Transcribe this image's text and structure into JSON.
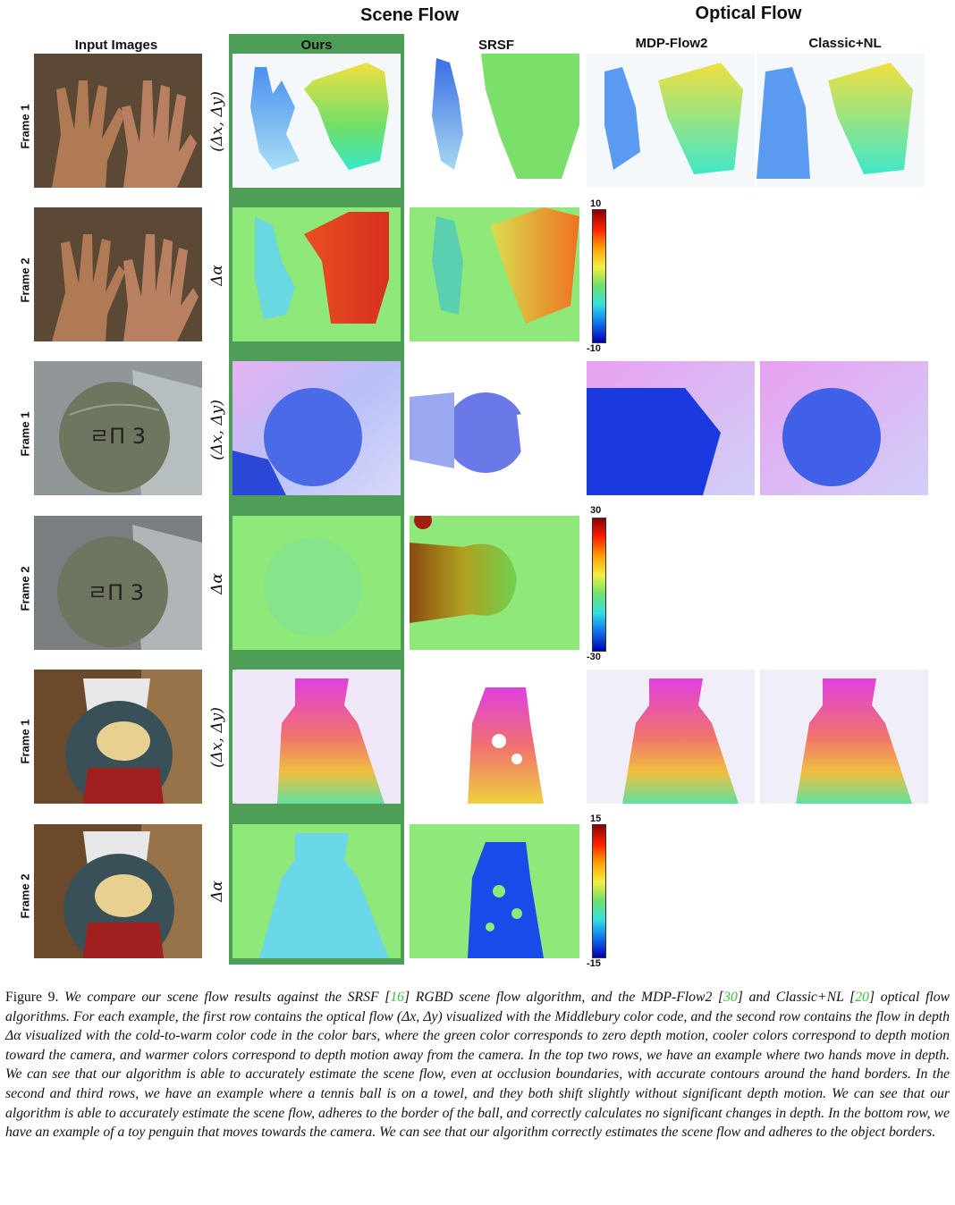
{
  "headers": {
    "scene_flow": "Scene Flow",
    "optical_flow": "Optical Flow"
  },
  "columns": {
    "input": "Input Images",
    "ours": "Ours",
    "srsf": "SRSF",
    "mdp": "MDP-Flow2",
    "classic": "Classic+NL"
  },
  "rows": [
    {
      "frame": "Frame 1",
      "flow": "(Δx, Δy)"
    },
    {
      "frame": "Frame 2",
      "flow": "Δα"
    },
    {
      "frame": "Frame 1",
      "flow": "(Δx, Δy)"
    },
    {
      "frame": "Frame 2",
      "flow": "Δα"
    },
    {
      "frame": "Frame 1",
      "flow": "(Δx, Δy)"
    },
    {
      "frame": "Frame 2",
      "flow": "Δα"
    }
  ],
  "ball_text": "ㄹΠ 3",
  "colorbars": [
    {
      "max": "10",
      "min": "-10"
    },
    {
      "max": "30",
      "min": "-30"
    },
    {
      "max": "15",
      "min": "-15"
    }
  ],
  "caption": {
    "lead": "Figure 9.",
    "s1": "We compare our scene flow results against the SRSF [",
    "c1": "16",
    "s2": "] RGBD scene flow algorithm, and the MDP-Flow2 [",
    "c2": "30",
    "s3": "] and Classic+NL [",
    "c3": "20",
    "s4": "] optical flow algorithms. For each example, the first row contains the optical flow (Δx, Δy) visualized with the Middlebury color code, and the second row contains the flow in depth Δα visualized with the cold-to-warm color code in the color bars, where the green color corresponds to zero depth motion, cooler colors correspond to depth motion toward the camera, and warmer colors correspond to depth motion away from the camera. In the top two rows, we have an example where two hands move in depth. We can see that our algorithm is able to accurately estimate the scene flow, even at occlusion boundaries, with accurate contours around the hand borders. In the second and third rows, we have an example where a tennis ball is on a towel, and they both shift slightly without significant depth motion. We can see that our algorithm is able to accurately estimate the scene flow, adheres to the border of the ball, and correctly calculates no significant changes in depth. In the bottom row, we have an example of a toy penguin that moves towards the camera. We can see that our algorithm correctly estimates the scene flow and adheres to the object borders."
  },
  "colors": {
    "ours_highlight": "#4f9e57",
    "zero_depth_green": "#8ee87a",
    "citation": "#3cc43c"
  }
}
